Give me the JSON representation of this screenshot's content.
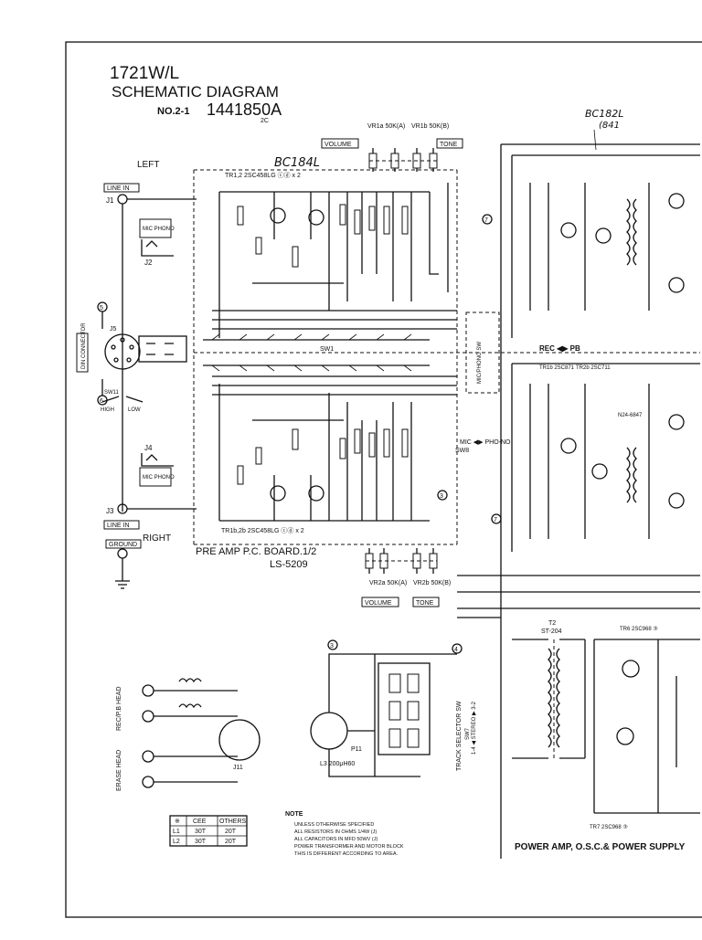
{
  "title": {
    "model": "1721W/L",
    "heading": "SCHEMATIC DIAGRAM",
    "sheet": "NO.2-1",
    "number": "1441850A",
    "revision": "2C"
  },
  "handwritten": {
    "top_left": "BC184L",
    "top_right_1": "BC182L",
    "top_right_2": "(841"
  },
  "labels": {
    "left": "LEFT",
    "right": "RIGHT",
    "line_in_top": "LINE IN",
    "line_in_bottom": "LINE IN",
    "ground": "GROUND",
    "mic_phono_top": "MIC PHONO",
    "mic_phono_bottom": "MIC PHONO",
    "din_connector": "DIN CONNECTOR",
    "sw11": "SW11",
    "high": "HIGH",
    "low": "LOW",
    "volume_top": "VOLUME",
    "tone_top": "TONE",
    "volume_bottom": "VOLUME",
    "tone_bottom": "TONE",
    "vr1a": "VR1a 50K(A)",
    "vr1b": "VR1b 50K(B)",
    "vr2a": "VR2a 50K(A)",
    "vr2b": "VR2b 50K(B)",
    "rec_pb": "REC ◀▶ PB",
    "mic_pho": "MIC ◀▶ PHO-NO",
    "sw1": "SW1",
    "sw8": "SW8",
    "mic_phono_sw": "MIC/PHONO SW",
    "preamp_board": "PRE AMP P.C. BOARD.1/2",
    "preamp_code": "LS-5209",
    "power_amp": "POWER AMP, O.S.C.& POWER SUPPLY",
    "track_selector": "TRACK SELECTOR SW",
    "sw7": "SW7",
    "stereo": "1-4 ◀ STEREO ▶ 3-2",
    "rec_pb_head": "REC/P.B HEAD",
    "erase_head": "ERASE HEAD",
    "j1": "J1",
    "j2": "J2",
    "j3": "J3",
    "j4": "J4",
    "j5": "J5",
    "j11": "J11",
    "p11": "P11",
    "l3": "L3 200μH60",
    "t2": "T2",
    "t2_part": "ST-204",
    "tr1_2": "TR1,2 2SC458LG ⓒⓓ x 2",
    "tr1b_2b": "TR1b,2b 2SC458LG ⓒⓓ x 2",
    "tr6": "TR6 2SC968 ③",
    "tr7": "TR7 2SC968 ③",
    "tr1b_right": "TR1b 2SC871",
    "tr2b_right": "TR2b 2SC711",
    "n24": "N24-6847"
  },
  "coil_table": {
    "headers": [
      "※",
      "CEE",
      "OTHERS"
    ],
    "rows": [
      [
        "L1",
        "30T",
        "20T"
      ],
      [
        "L2",
        "30T",
        "20T"
      ]
    ]
  },
  "note": {
    "heading": "NOTE",
    "lines": [
      "UNLESS OTHERWISE SPECIFIED",
      "ALL RESISTORS IN OHMS 1/4W (J)",
      "ALL CAPACITORS IN MFD 50WV (J)",
      "POWER TRANSFORMER AND MOTOR BLOCK",
      "THIS IS DIFFERENT ACCORDING TO AREA."
    ]
  },
  "nodes": [
    "5",
    "6",
    "7",
    "3",
    "4"
  ]
}
